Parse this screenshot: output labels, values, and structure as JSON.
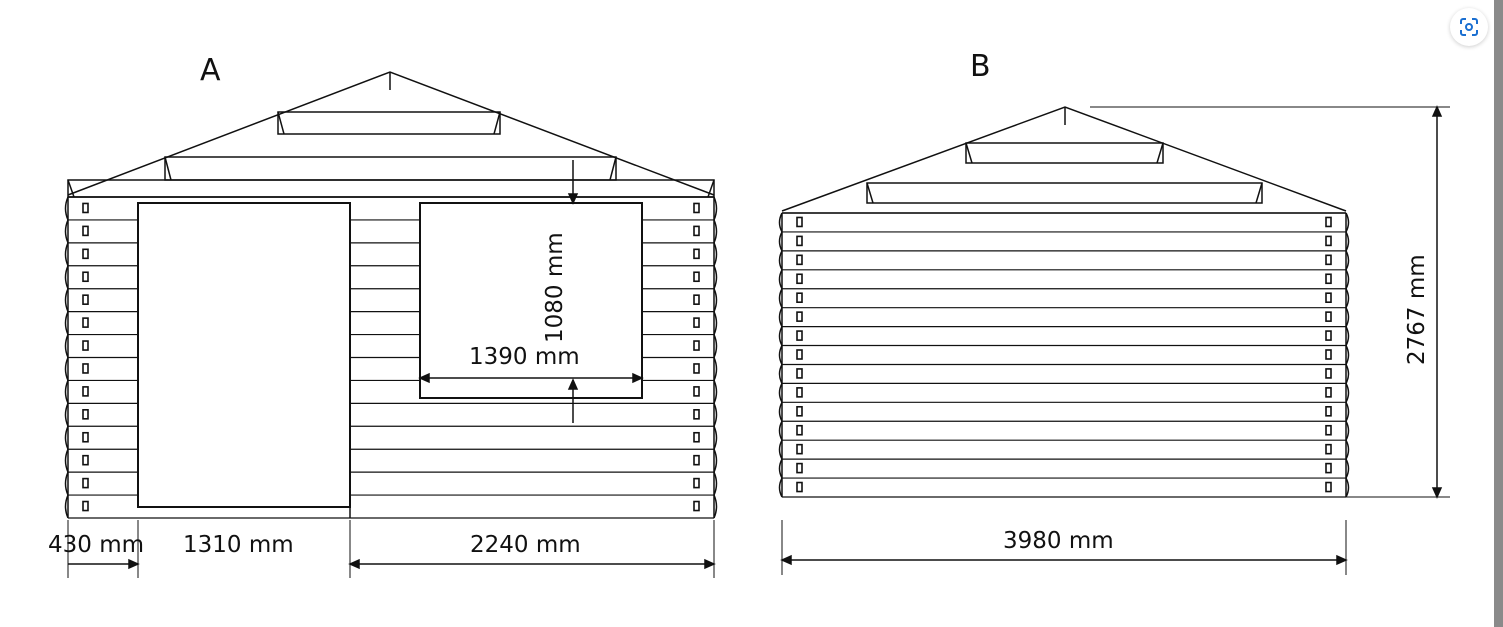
{
  "drawing_a": {
    "title": "A",
    "window_height": "1080 mm",
    "window_width": "1390 mm",
    "dim_left": "430 mm",
    "dim_door": "1310 mm",
    "dim_right": "2240 mm"
  },
  "drawing_b": {
    "title": "B",
    "height": "2767 mm",
    "width": "3980 mm"
  },
  "icons": {
    "lens": "visual-search-icon"
  },
  "colors": {
    "line": "#111111",
    "accent": "#1a6fd1",
    "scrollbar": "#8a8a8a"
  }
}
